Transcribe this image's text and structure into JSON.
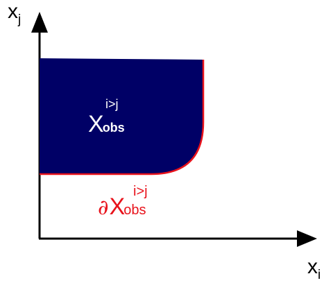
{
  "axes": {
    "y_label": {
      "base": "x",
      "subscript": "j"
    },
    "x_label": {
      "base": "x",
      "subscript": "i"
    }
  },
  "region": {
    "label": {
      "base": "X",
      "subscript": "obs",
      "superscript": "i>j"
    },
    "fill_color": "#000066",
    "border_color": "#e8121b"
  },
  "boundary": {
    "label": {
      "prefix": "∂",
      "base": "X",
      "subscript": "obs",
      "superscript": "i>j"
    },
    "color": "#e8121b"
  },
  "colors": {
    "axis": "#000000",
    "background": "#ffffff"
  }
}
